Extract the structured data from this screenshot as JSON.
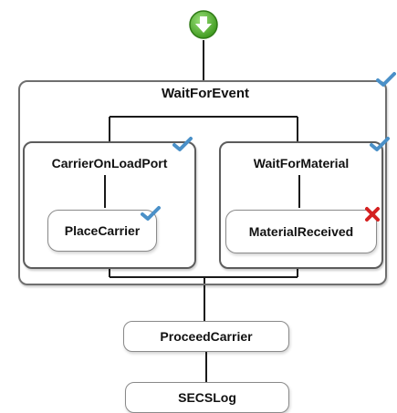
{
  "workflow": {
    "start": {
      "icon": "green-down-arrow-icon"
    },
    "wait_for_event": {
      "label": "WaitForEvent",
      "status": "check"
    },
    "carrier_on_load_port": {
      "label": "CarrierOnLoadPort",
      "status": "check"
    },
    "place_carrier": {
      "label": "PlaceCarrier",
      "status": "check"
    },
    "wait_for_material": {
      "label": "WaitForMaterial",
      "status": "check"
    },
    "material_received": {
      "label": "MaterialReceived",
      "status": "cross"
    },
    "proceed_carrier": {
      "label": "ProceedCarrier"
    },
    "secs_log": {
      "label": "SECSLog"
    }
  },
  "colors": {
    "check": "#4a90c8",
    "cross": "#d42020",
    "start_fill": "#4caf2a",
    "line": "#1a1a1a"
  }
}
